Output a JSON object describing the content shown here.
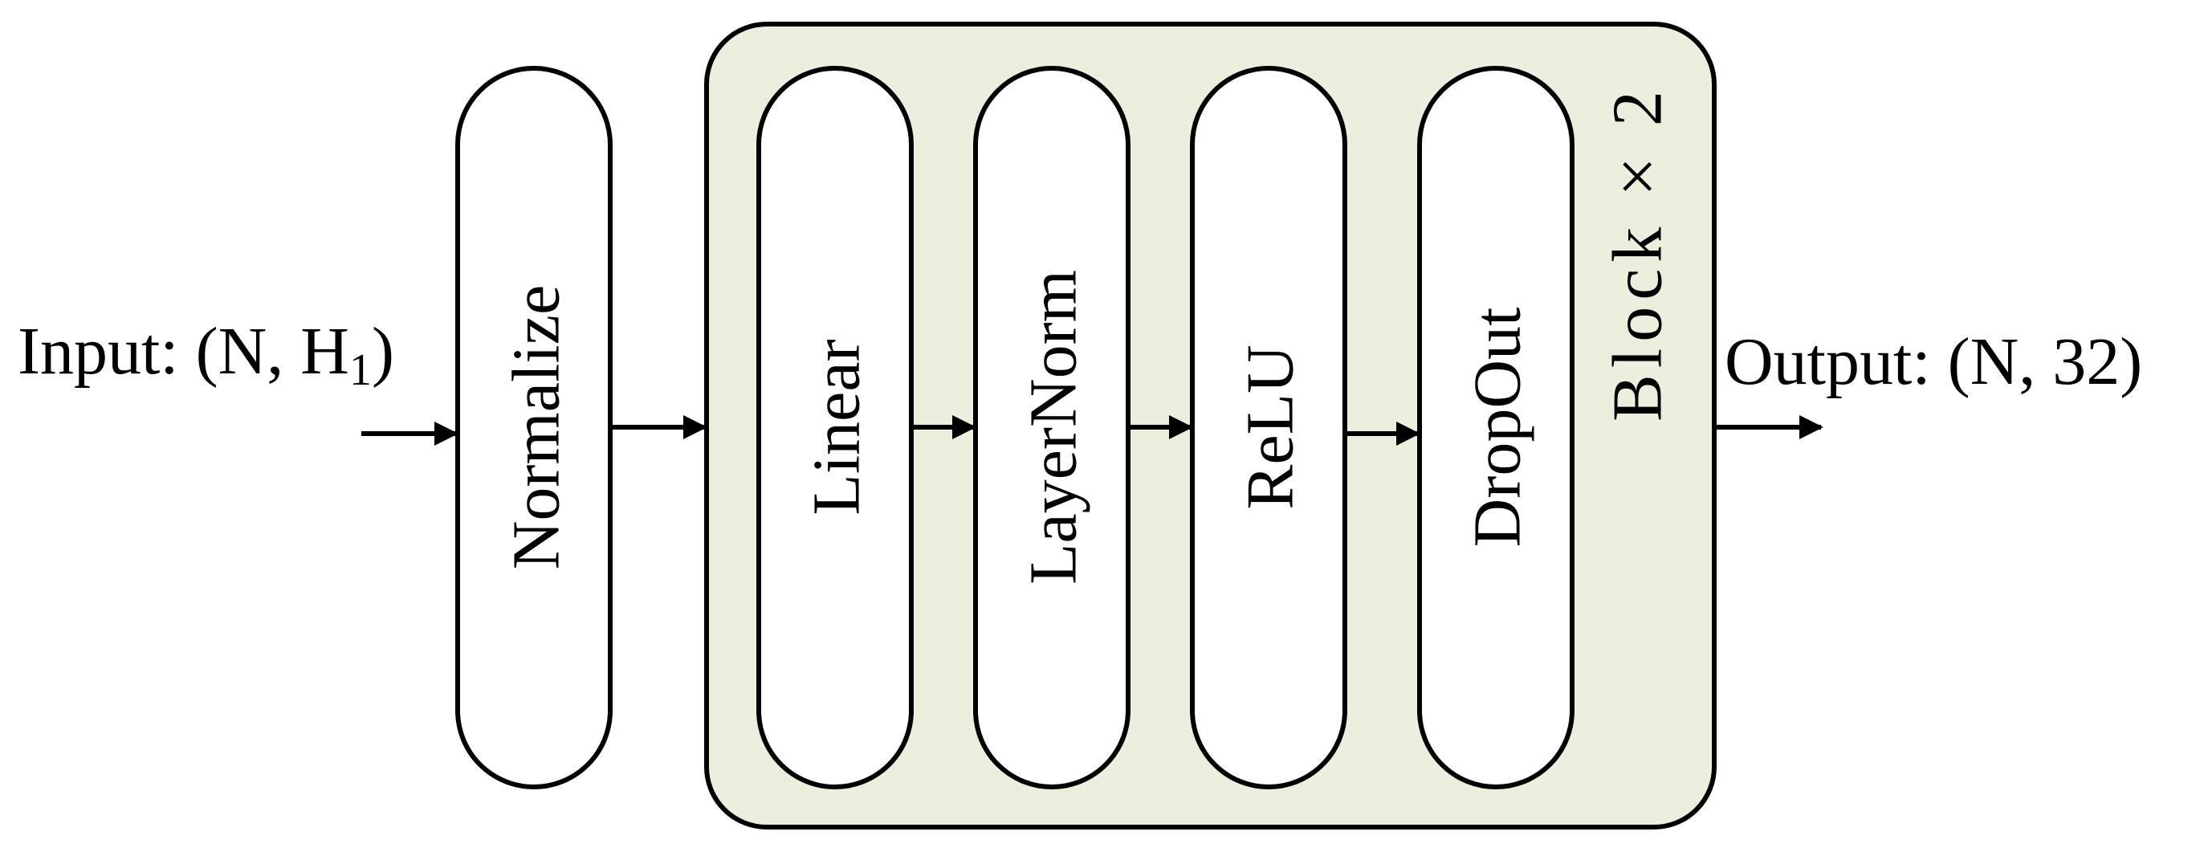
{
  "input": {
    "prefix": "Input: (N, H",
    "subscript": "1",
    "suffix": ")"
  },
  "output": {
    "label": "Output: (N, 32)"
  },
  "normalize": {
    "label": "Normalize"
  },
  "block": {
    "label": "Block × 2",
    "fill_color": "#eaf0dd",
    "layers": [
      {
        "label": "Linear"
      },
      {
        "label": "LayerNorm"
      },
      {
        "label": "ReLU"
      },
      {
        "label": "DropOut"
      }
    ]
  },
  "colors": {
    "stroke": "#000000",
    "box_fill": "#ffffff",
    "block_label_color": "#3a3a3a"
  }
}
